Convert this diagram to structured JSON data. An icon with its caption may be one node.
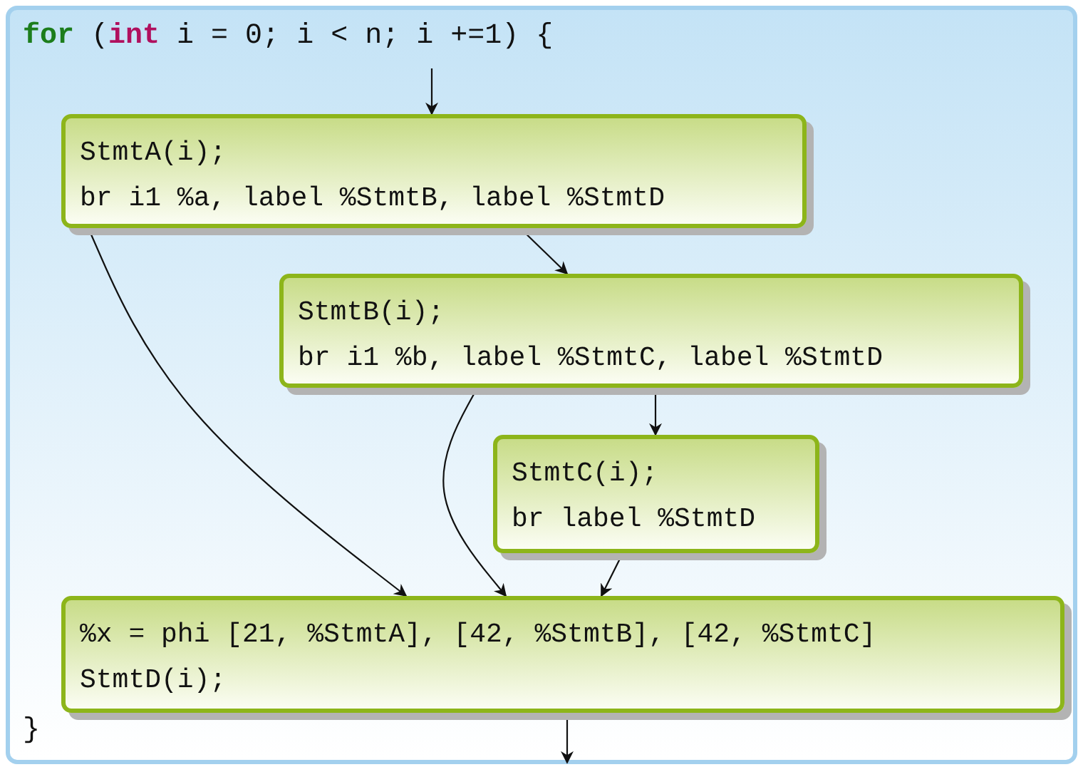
{
  "diagram": {
    "nodes": [
      {
        "text": [
          "**for** (**int** i = 0; i < n; i +=1) {",
          "}"
        ]
      },
      {
        "text": [
          "StmtA(i);",
          "br i1 %a, label %StmtB, label %StmtD"
        ],
        "in": 0
      },
      {
        "text": [
          "StmtB(i);",
          "br i1 %b, label %StmtC, label %StmtD"
        ],
        "in": 0
      },
      {
        "text": [
          "StmtC(i);",
          "br label %StmtD"
        ],
        "in": 0
      },
      {
        "text": [
          "%x = phi [21, %StmtA], [42, %StmtB], [42, %StmtC]",
          "StmtD(i);"
        ],
        "in": 0
      }
    ],
    "edges": [
      {
        "from": null,
        "to": 1,
        "arrow": "to"
      },
      {
        "from": 1,
        "to": 2,
        "arrow": "to"
      },
      {
        "from": 1,
        "to": 4,
        "arrow": "to"
      },
      {
        "from": 2,
        "to": 3,
        "arrow": "to"
      },
      {
        "from": 2,
        "to": 4,
        "arrow": "to"
      },
      {
        "from": 3,
        "to": 4,
        "arrow": "to"
      },
      {
        "from": 4,
        "to": null,
        "arrow": "to"
      }
    ]
  }
}
